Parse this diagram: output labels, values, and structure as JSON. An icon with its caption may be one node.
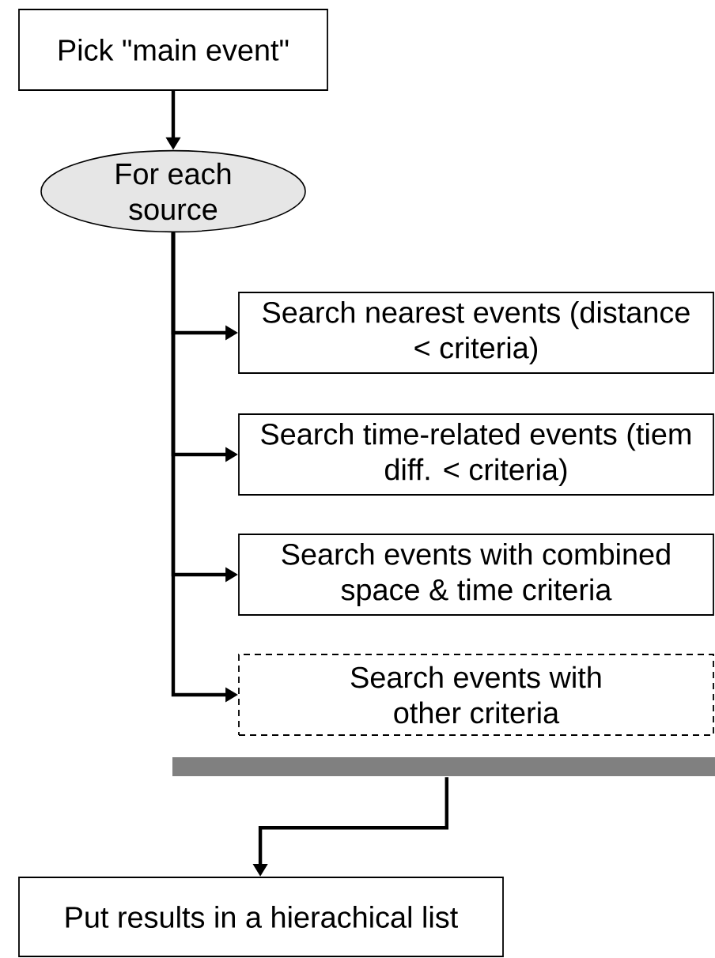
{
  "diagram": {
    "nodes": [
      {
        "text": [
          "Pick \"main event\""
        ]
      },
      {
        "text": [
          "For each source"
        ]
      },
      {
        "text": [
          "Search nearest events (distance < criteria)"
        ]
      },
      {
        "text": [
          "Search time-related events (tiem diff. < criteria)"
        ]
      },
      {
        "text": [
          "Search events with combined space & time criteria"
        ]
      },
      {
        "text": [
          "Search events with other criteria"
        ]
      },
      {
        "text": [],
        "shape": "bar"
      },
      {
        "text": [
          "Put results in a hierachical list"
        ]
      }
    ],
    "edges": [
      {
        "from": 0,
        "to": 1,
        "arrow": "to"
      },
      {
        "from": 1,
        "to": 2,
        "arrow": "to"
      },
      {
        "from": 1,
        "to": 3,
        "arrow": "to"
      },
      {
        "from": 1,
        "to": 4,
        "arrow": "to"
      },
      {
        "from": 1,
        "to": 5,
        "arrow": "to"
      },
      {
        "from": 6,
        "to": 7,
        "arrow": "to"
      }
    ]
  }
}
